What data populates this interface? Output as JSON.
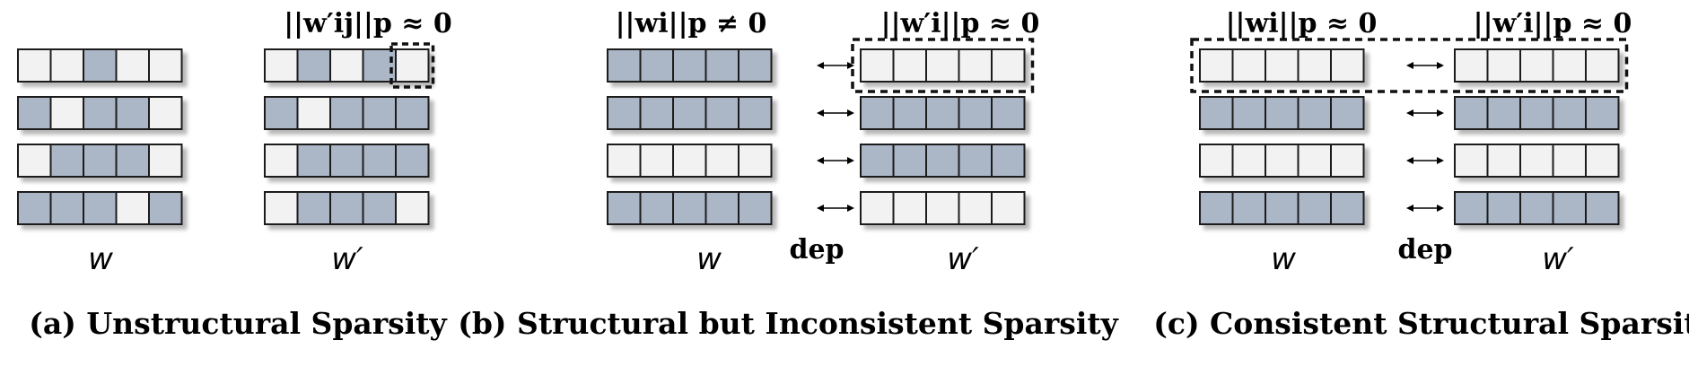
{
  "colors": {
    "cell_filled": "#abb6c7",
    "cell_empty": "#f2f2f2",
    "cell_border": "#1e1e1e",
    "shadow": "#c4c4c4",
    "highlight_box": "#111111"
  },
  "panels": [
    {
      "id": "a",
      "caption": "(a) Unstructural Sparsity",
      "left_label": "w",
      "right_label": "w′",
      "dep_label": "",
      "left_norm": "",
      "right_norm": "||w′ij||p ≈ 0",
      "left_matrix": [
        [
          0,
          0,
          1,
          0,
          0
        ],
        [
          1,
          0,
          1,
          1,
          0
        ],
        [
          0,
          1,
          1,
          1,
          0
        ],
        [
          1,
          1,
          1,
          0,
          1
        ]
      ],
      "right_matrix": [
        [
          0,
          1,
          0,
          1,
          0
        ],
        [
          1,
          0,
          1,
          1,
          1
        ],
        [
          0,
          1,
          1,
          1,
          1
        ],
        [
          0,
          1,
          1,
          1,
          0
        ]
      ],
      "arrows": false,
      "highlight": "right-cell"
    },
    {
      "id": "b",
      "caption": "(b) Structural but Inconsistent Sparsity",
      "left_label": "w",
      "right_label": "w′",
      "dep_label": "dep",
      "left_norm": "||wi||p ≠ 0",
      "right_norm": "||w′i||p ≈ 0",
      "left_matrix": [
        [
          1,
          1,
          1,
          1,
          1
        ],
        [
          1,
          1,
          1,
          1,
          1
        ],
        [
          0,
          0,
          0,
          0,
          0
        ],
        [
          1,
          1,
          1,
          1,
          1
        ]
      ],
      "right_matrix": [
        [
          0,
          0,
          0,
          0,
          0
        ],
        [
          1,
          1,
          1,
          1,
          1
        ],
        [
          1,
          1,
          1,
          1,
          1
        ],
        [
          0,
          0,
          0,
          0,
          0
        ]
      ],
      "arrows": true,
      "highlight": "right-row"
    },
    {
      "id": "c",
      "caption": "(c) Consistent Structural Sparsity",
      "left_label": "w",
      "right_label": "w′",
      "dep_label": "dep",
      "left_norm": "||wi||p ≈ 0",
      "right_norm": "||w′i||p ≈ 0",
      "left_matrix": [
        [
          0,
          0,
          0,
          0,
          0
        ],
        [
          1,
          1,
          1,
          1,
          1
        ],
        [
          0,
          0,
          0,
          0,
          0
        ],
        [
          1,
          1,
          1,
          1,
          1
        ]
      ],
      "right_matrix": [
        [
          0,
          0,
          0,
          0,
          0
        ],
        [
          1,
          1,
          1,
          1,
          1
        ],
        [
          0,
          0,
          0,
          0,
          0
        ],
        [
          1,
          1,
          1,
          1,
          1
        ]
      ],
      "arrows": true,
      "highlight": "both-rows"
    }
  ]
}
